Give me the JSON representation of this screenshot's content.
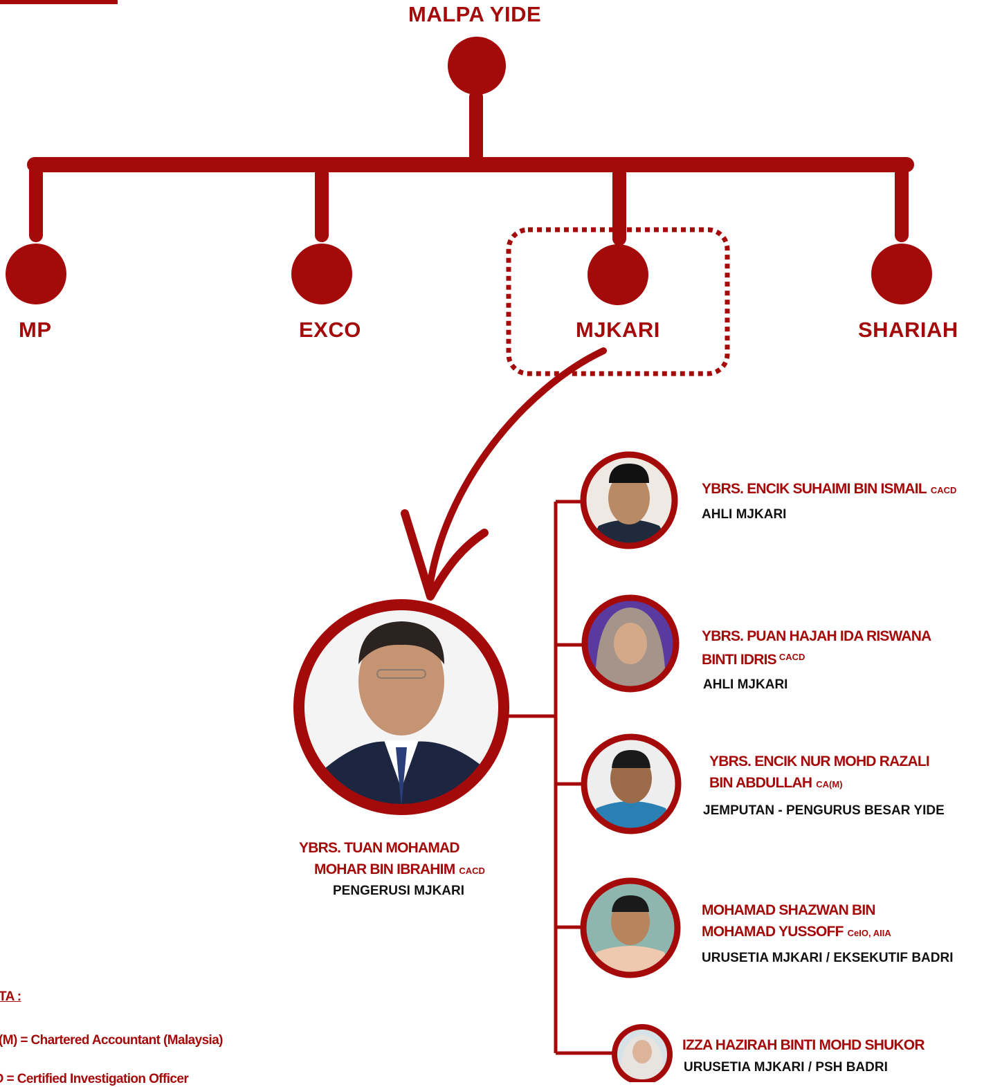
{
  "colors": {
    "brand_red": "#a50a0a",
    "text_dark": "#111111",
    "background": "#ffffff"
  },
  "org": {
    "root": "MALPA YIDE",
    "branches": [
      "MP",
      "EXCO",
      "MJKARI",
      "SHARIAH"
    ],
    "highlighted_branch": "MJKARI"
  },
  "chairman": {
    "name_line1": "YBRS. TUAN MOHAMAD",
    "name_line2": "MOHAR BIN IBRAHIM",
    "credential": "CACD",
    "role": "PENGERUSI MJKARI"
  },
  "members": [
    {
      "name_line1": "YBRS. ENCIK SUHAIMI BIN ISMAIL",
      "name_line2": "",
      "credential": "CACD",
      "role": "AHLI MJKARI"
    },
    {
      "name_line1": "YBRS. PUAN HAJAH IDA RISWANA",
      "name_line2": "BINTI IDRIS",
      "credential": "CACD",
      "role": "AHLI MJKARI"
    },
    {
      "name_line1": "YBRS. ENCIK NUR MOHD RAZALI",
      "name_line2": "BIN ABDULLAH",
      "credential": "CA(M)",
      "role": "JEMPUTAN - PENGURUS BESAR YIDE"
    },
    {
      "name_line1": "MOHAMAD SHAZWAN BIN",
      "name_line2": "MOHAMAD YUSSOFF",
      "credential": "CeIO, AIIA",
      "role": "URUSETIA MJKARI / EKSEKUTIF BADRI"
    },
    {
      "name_line1": "IZZA HAZIRAH BINTI MOHD SHUKOR",
      "name_line2": "",
      "credential": "",
      "role": "URUSETIA MJKARI / PSH BADRI"
    }
  ],
  "legend": {
    "title": "TA :",
    "lines": [
      "(M) = Chartered Accountant (Malaysia)",
      "IO = Certified Investigation Officer"
    ]
  }
}
